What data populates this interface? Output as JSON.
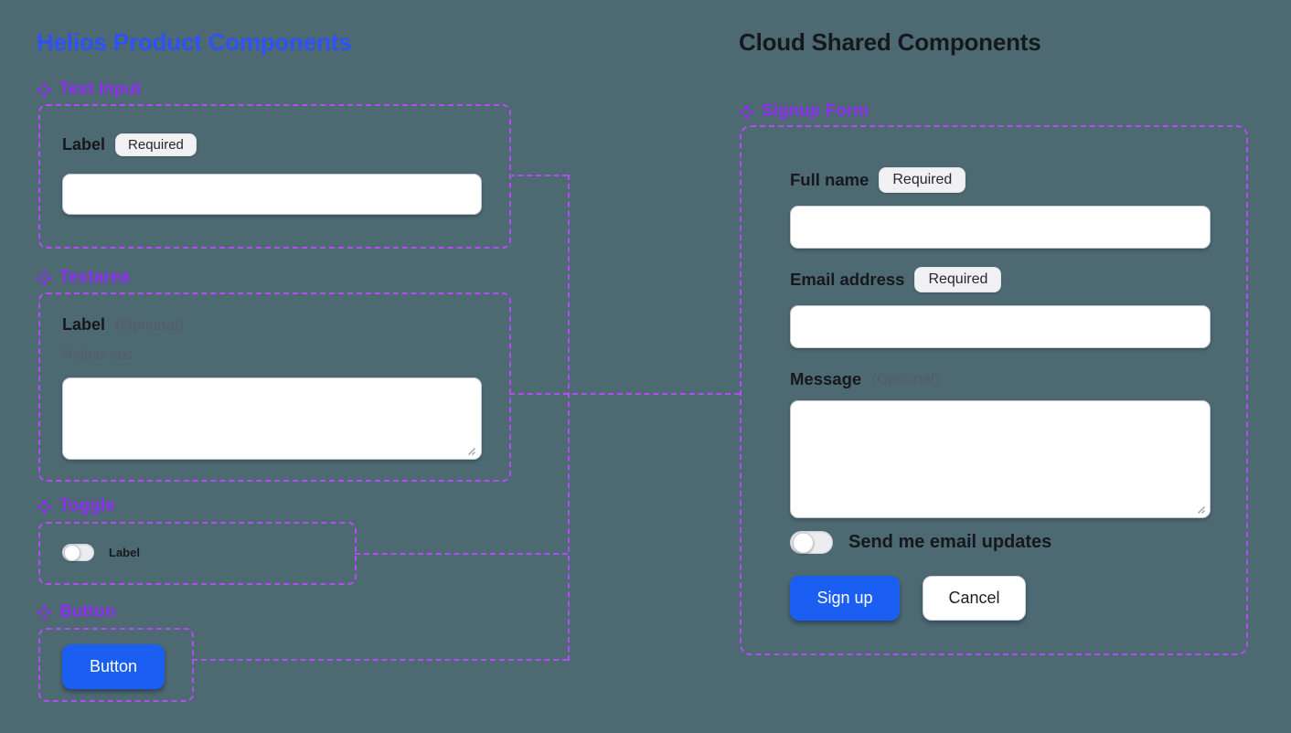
{
  "colors": {
    "canvas_background": "#4d6971",
    "left_title_blue": "#2e52f6",
    "right_title_black": "#15181d",
    "component_purple": "#8d2ef2",
    "dashed_outline_purple": "#b44cf5",
    "primary_button_blue": "#1b5ef2"
  },
  "left_panel": {
    "title": "Helios Product Components",
    "sections": {
      "text_input": {
        "label": "Text Input",
        "field_label": "Label",
        "badge": "Required",
        "input_value": ""
      },
      "textarea": {
        "label": "Textarea",
        "field_label": "Label",
        "optional_hint": "(Optional)",
        "helper_text": "Helper text",
        "textarea_value": ""
      },
      "toggle": {
        "label": "Toggle",
        "toggle_label": "Label",
        "toggle_state": "off"
      },
      "button": {
        "label": "Button",
        "button_text": "Button"
      }
    }
  },
  "right_panel": {
    "title": "Cloud Shared Components",
    "signup_form": {
      "label": "Signup Form",
      "full_name": {
        "label": "Full name",
        "badge": "Required",
        "value": ""
      },
      "email": {
        "label": "Email address",
        "badge": "Required",
        "value": ""
      },
      "message": {
        "label": "Message",
        "optional_hint": "(Optional)",
        "value": ""
      },
      "email_updates_toggle": {
        "label": "Send me email updates",
        "state": "off"
      },
      "submit_button": "Sign up",
      "cancel_button": "Cancel"
    }
  }
}
